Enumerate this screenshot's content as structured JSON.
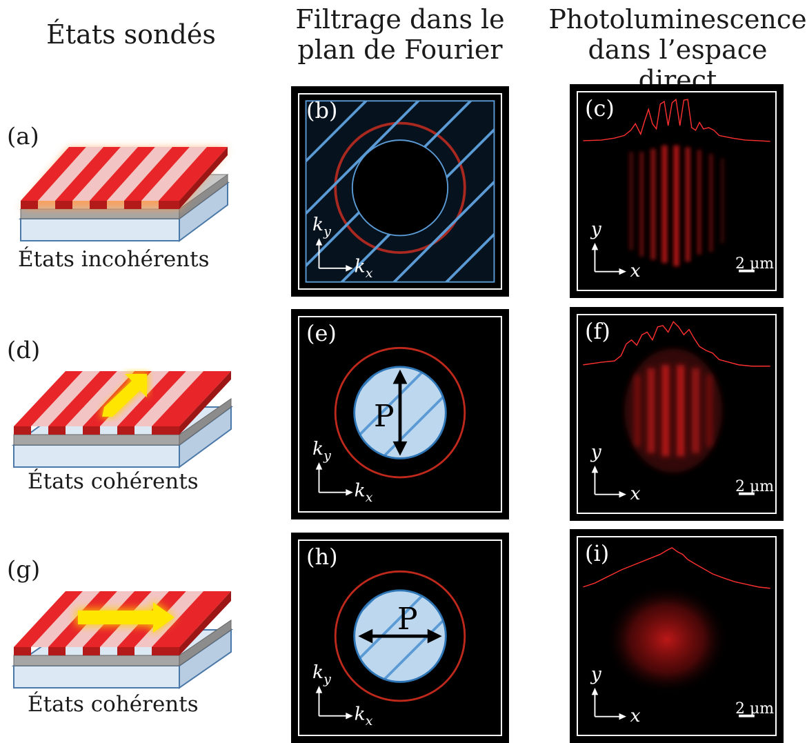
{
  "headers": {
    "col1": "États sondés",
    "col2": "Filtrage dans le\nplan de Fourier",
    "col3": "Photoluminescence\ndans l’espace direct"
  },
  "rows": [
    {
      "label": "(a)",
      "caption": "États incohérents"
    },
    {
      "label": "(d)",
      "caption": "États cohérents"
    },
    {
      "label": "(g)",
      "caption": "États cohérents"
    }
  ],
  "fourier_panels": [
    {
      "label": "(b)",
      "kx": "k",
      "kx_sub": "x",
      "ky": "k",
      "ky_sub": "y",
      "polarization": ""
    },
    {
      "label": "(e)",
      "kx": "k",
      "kx_sub": "x",
      "ky": "k",
      "ky_sub": "y",
      "polarization": "P"
    },
    {
      "label": "(h)",
      "kx": "k",
      "kx_sub": "x",
      "ky": "k",
      "ky_sub": "y",
      "polarization": "P"
    }
  ],
  "realspace_panels": [
    {
      "label": "(c)",
      "x_axis": "x",
      "y_axis": "y",
      "scale_bar": "2 µm"
    },
    {
      "label": "(f)",
      "x_axis": "x",
      "y_axis": "y",
      "scale_bar": "2 µm"
    },
    {
      "label": "(i)",
      "x_axis": "x",
      "y_axis": "y",
      "scale_bar": "2 µm"
    }
  ],
  "colors": {
    "stripe_red": "#e8262a",
    "ring_red": "#e03020",
    "filter_blue": "#5b9bd5",
    "filter_fill": "#bdd7ee",
    "arrow_yellow": "#ffe600"
  }
}
